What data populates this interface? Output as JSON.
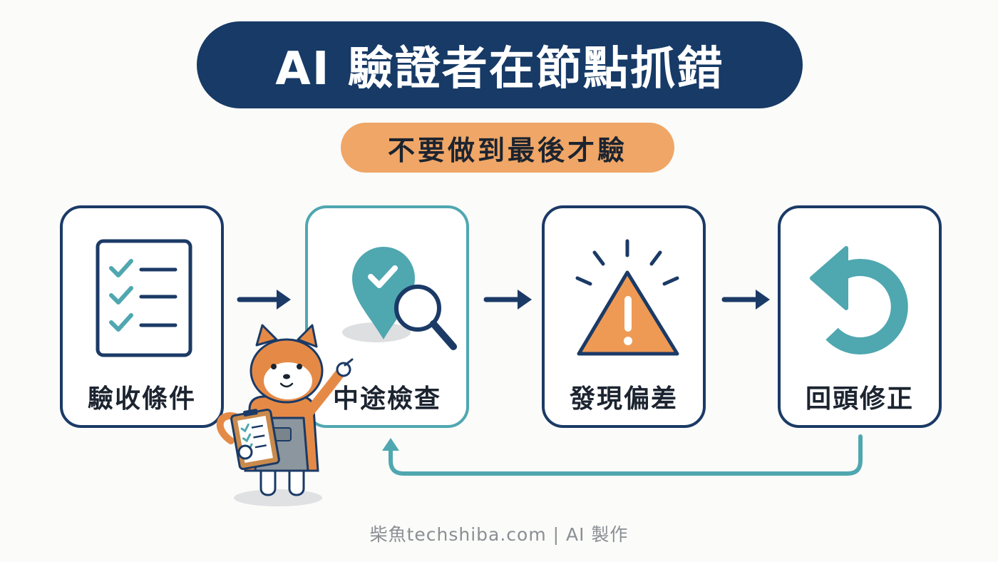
{
  "header": {
    "title": "AI 驗證者在節點抓錯",
    "subtitle": "不要做到最後才驗"
  },
  "steps": [
    {
      "label": "驗收條件",
      "icon": "checklist-icon"
    },
    {
      "label": "中途檢查",
      "icon": "location-search-icon"
    },
    {
      "label": "發現偏差",
      "icon": "warning-icon"
    },
    {
      "label": "回頭修正",
      "icon": "undo-arrow-icon"
    }
  ],
  "colors": {
    "navy": "#173a66",
    "teal": "#4fa7b0",
    "orange": "#f0a666",
    "warning": "#ef9a54"
  },
  "footer": {
    "credit": "柴魚techshiba.com | AI 製作"
  }
}
